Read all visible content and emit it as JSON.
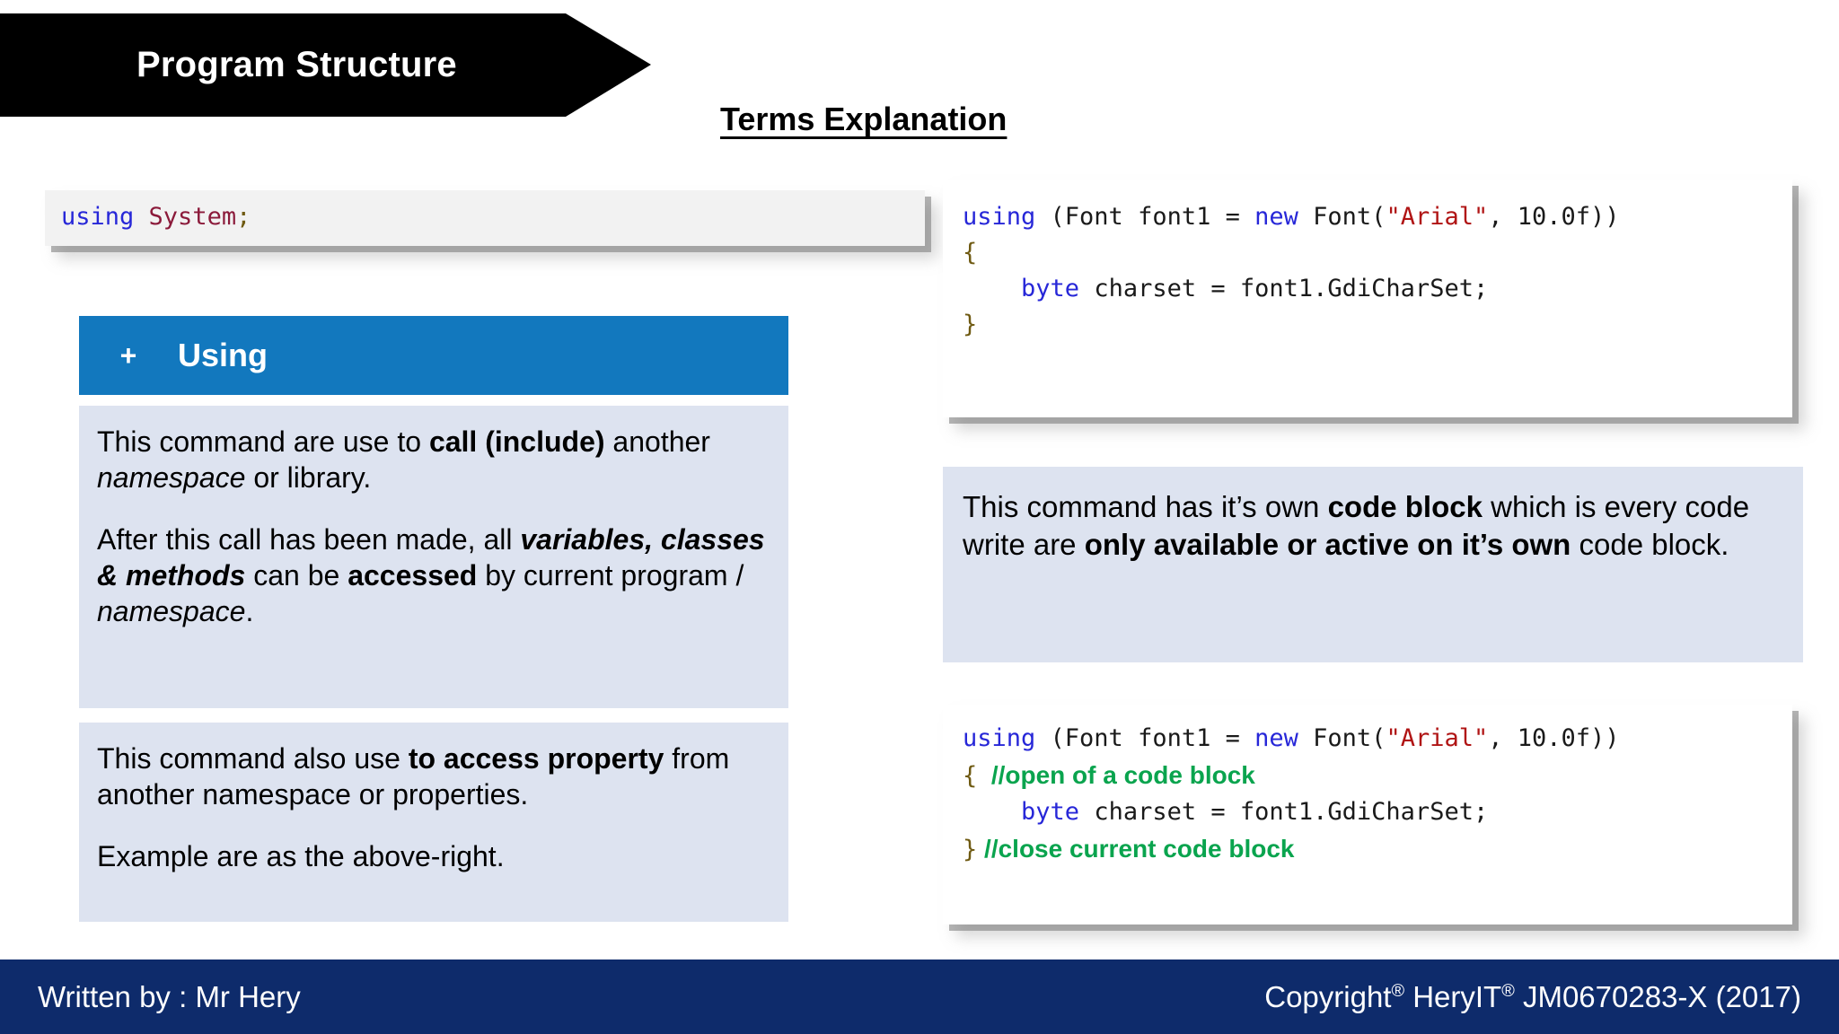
{
  "banner": {
    "title": "Program Structure"
  },
  "slide": {
    "title": "Terms Explanation"
  },
  "left": {
    "code_snippet": {
      "kw_using": "using",
      "space": " ",
      "type_system": "System",
      "semicolon": ";"
    },
    "header": {
      "plus": "+",
      "label": "Using"
    },
    "panel_1": {
      "p1_a": "This command are use to ",
      "p1_b": "call (include)",
      "p1_c": " another ",
      "p1_d": "namespace",
      "p1_e": " or library.",
      "p2_a": "After this call has been made, all ",
      "p2_b": "variables, classes & methods",
      "p2_c": " can be ",
      "p2_d": "accessed",
      "p2_e": " by current program / ",
      "p2_f": "namespace",
      "p2_g": "."
    },
    "panel_2": {
      "p1_a": "This command also use ",
      "p1_b": "to access property",
      "p1_c": " from another namespace or properties.",
      "p2_a": "Example are as the above-right."
    }
  },
  "right": {
    "code_top": {
      "l1_kw_using": "using",
      "l1_mid": " (Font font1 = ",
      "l1_kw_new": "new",
      "l1_font_open": " Font(",
      "l1_str": "\"Arial\"",
      "l1_tail": ", 10.0f))",
      "l2": "{",
      "l3_indent": "    ",
      "l3_kw_byte": "byte",
      "l3_rest": " charset = font1.GdiCharSet;",
      "l4": "}"
    },
    "panel": {
      "a": "This command has it’s own ",
      "b": "code block",
      "c": " which is every code write are ",
      "d": "only available or active on it’s own",
      "e": " code block."
    },
    "code_bottom": {
      "l1_kw_using": "using",
      "l1_mid": " (Font font1 = ",
      "l1_kw_new": "new",
      "l1_font_open": " Font(",
      "l1_str": "\"Arial\"",
      "l1_tail": ", 10.0f))",
      "l2_brace": "{",
      "l2_comment": "  //open of a code block",
      "l3_indent": "    ",
      "l3_kw_byte": "byte",
      "l3_rest": " charset = font1.GdiCharSet;",
      "l4_brace": "}",
      "l4_comment": " //close current code block"
    }
  },
  "footer": {
    "author": "Written by : Mr Hery",
    "copyright_pre": "Copyright",
    "copyright_reg1": "®",
    "copyright_mid": " HeryIT",
    "copyright_reg2": "®",
    "copyright_post": " JM0670283-X (2017)"
  },
  "colors": {
    "banner_bg": "#000000",
    "accent_blue": "#1278be",
    "panel_bg": "#dde3f0",
    "footer_bg": "#0e2b6b",
    "comment_green": "#0aa44e",
    "keyword_blue": "#2727d8",
    "string_red": "#b01414",
    "type_maroon": "#8b1a3a"
  }
}
